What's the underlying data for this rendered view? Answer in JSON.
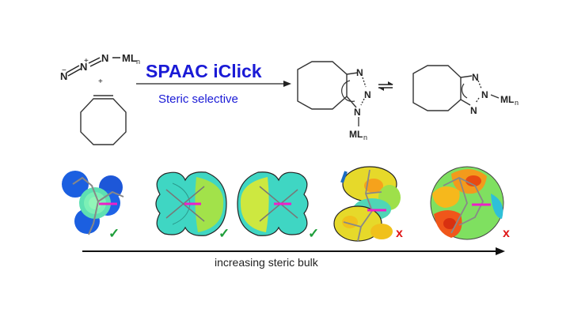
{
  "reaction": {
    "reagent_azide": {
      "atoms": [
        "N",
        "N",
        "N",
        "ML"
      ],
      "subscript": "n",
      "charges": [
        "-",
        "+"
      ]
    },
    "plus": "+",
    "reagent_alkyne": "cyclooctyne",
    "arrow_title": "SPAAC iClick",
    "arrow_subtitle": "Steric selective",
    "product_1": {
      "name": "N1-bound triazolate",
      "atoms": [
        "N",
        "N",
        "N"
      ],
      "ligand": "ML",
      "subscript": "n"
    },
    "equilibrium": "⇌",
    "product_2": {
      "name": "N2-bound triazolate",
      "atoms": [
        "N",
        "N",
        "N"
      ],
      "ligand": "ML",
      "subscript": "n"
    }
  },
  "complexes": [
    {
      "id": 1,
      "description": "tris-phosphine complex steric map",
      "result": "✓",
      "reacts": true
    },
    {
      "id": 2,
      "description": "phenanthroline complex steric map",
      "result": "✓",
      "reacts": true
    },
    {
      "id": 3,
      "description": "phenanthroline complex steric map (mirrored)",
      "result": "✓",
      "reacts": true
    },
    {
      "id": 4,
      "description": "bulky bis-phosphine complex steric map",
      "result": "x",
      "reacts": false
    },
    {
      "id": 5,
      "description": "bulky phosphine/phenanthroline complex steric map",
      "result": "x",
      "reacts": false
    }
  ],
  "axis": {
    "label": "increasing steric bulk"
  },
  "colors": {
    "title_blue": "#1a1ad6",
    "check_green": "#1e9e3a",
    "cross_red": "#e01818",
    "bond_magenta": "#ee1fc8"
  }
}
